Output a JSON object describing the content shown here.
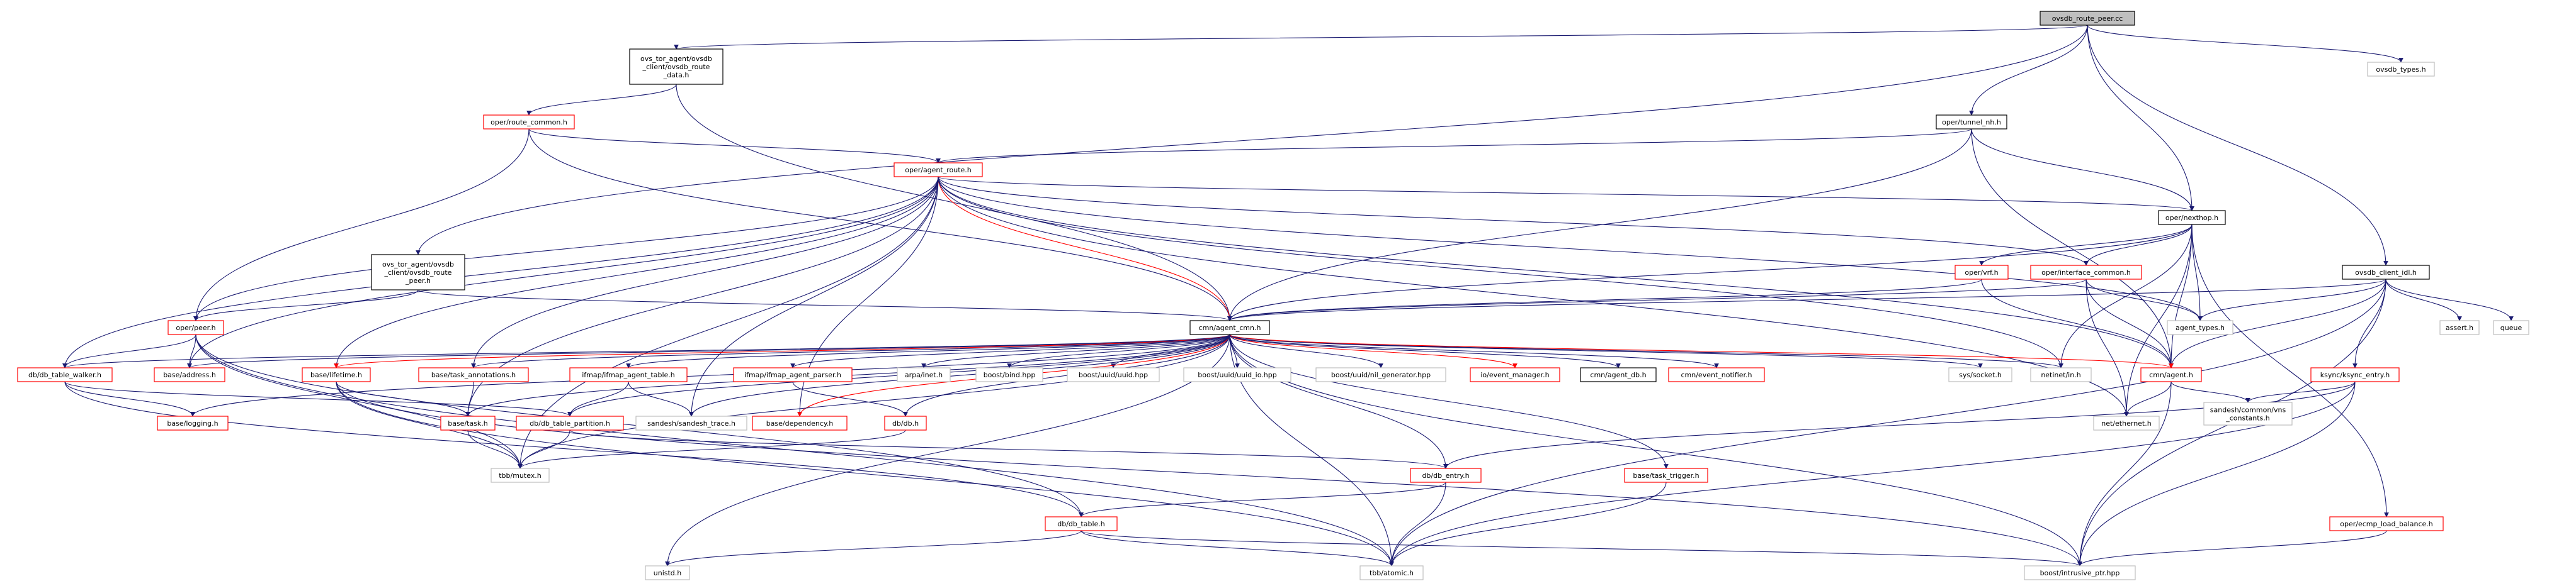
{
  "diagram": {
    "colors": {
      "background": "#ffffff",
      "root_fill": "#bfbfbf",
      "node_fill": "#ffffff",
      "node_border_normal": "#000000",
      "node_border_incomplete": "#ff0000",
      "node_border_system": "#bfbfbf",
      "edge": "#191970",
      "edge_highlight": "#ff0000"
    },
    "nodes": [
      {
        "id": "root",
        "lines": [
          "ovsdb_route_peer.cc"
        ],
        "kind": "root"
      },
      {
        "id": "route_data",
        "lines": [
          "ovs_tor_agent/ovsdb",
          "_client/ovsdb_route",
          "_data.h"
        ],
        "kind": "normal"
      },
      {
        "id": "ovsdb_types",
        "lines": [
          "ovsdb_types.h"
        ],
        "kind": "system"
      },
      {
        "id": "route_common",
        "lines": [
          "oper/route_common.h"
        ],
        "kind": "incomplete"
      },
      {
        "id": "tunnel_nh",
        "lines": [
          "oper/tunnel_nh.h"
        ],
        "kind": "normal"
      },
      {
        "id": "agent_route",
        "lines": [
          "oper/agent_route.h"
        ],
        "kind": "incomplete"
      },
      {
        "id": "nexthop",
        "lines": [
          "oper/nexthop.h"
        ],
        "kind": "normal"
      },
      {
        "id": "route_peer_h",
        "lines": [
          "ovs_tor_agent/ovsdb",
          "_client/ovsdb_route",
          "_peer.h"
        ],
        "kind": "normal"
      },
      {
        "id": "vrf",
        "lines": [
          "oper/vrf.h"
        ],
        "kind": "incomplete"
      },
      {
        "id": "interface_common",
        "lines": [
          "oper/interface_common.h"
        ],
        "kind": "incomplete"
      },
      {
        "id": "client_idl",
        "lines": [
          "ovsdb_client_idl.h"
        ],
        "kind": "normal"
      },
      {
        "id": "peer",
        "lines": [
          "oper/peer.h"
        ],
        "kind": "incomplete"
      },
      {
        "id": "agent_types",
        "lines": [
          "agent_types.h"
        ],
        "kind": "system"
      },
      {
        "id": "assert",
        "lines": [
          "assert.h"
        ],
        "kind": "system"
      },
      {
        "id": "queue",
        "lines": [
          "queue"
        ],
        "kind": "system"
      },
      {
        "id": "cmn",
        "lines": [
          "cmn/agent_cmn.h"
        ],
        "kind": "normal"
      },
      {
        "id": "table_walker",
        "lines": [
          "db/db_table_walker.h"
        ],
        "kind": "incomplete"
      },
      {
        "id": "address",
        "lines": [
          "base/address.h"
        ],
        "kind": "incomplete"
      },
      {
        "id": "lifetime",
        "lines": [
          "base/lifetime.h"
        ],
        "kind": "incomplete"
      },
      {
        "id": "task_ann",
        "lines": [
          "base/task_annotations.h"
        ],
        "kind": "incomplete"
      },
      {
        "id": "ifmap_table",
        "lines": [
          "ifmap/ifmap_agent_table.h"
        ],
        "kind": "incomplete"
      },
      {
        "id": "ifmap_parser",
        "lines": [
          "ifmap/ifmap_agent_parser.h"
        ],
        "kind": "incomplete"
      },
      {
        "id": "arpa",
        "lines": [
          "arpa/inet.h"
        ],
        "kind": "system"
      },
      {
        "id": "bind",
        "lines": [
          "boost/bind.hpp"
        ],
        "kind": "system"
      },
      {
        "id": "uuid",
        "lines": [
          "boost/uuid/uuid.hpp"
        ],
        "kind": "system"
      },
      {
        "id": "uuid_io",
        "lines": [
          "boost/uuid/uuid_io.hpp"
        ],
        "kind": "system"
      },
      {
        "id": "nil_gen",
        "lines": [
          "boost/uuid/nil_generator.hpp"
        ],
        "kind": "system"
      },
      {
        "id": "event_mgr",
        "lines": [
          "io/event_manager.h"
        ],
        "kind": "incomplete"
      },
      {
        "id": "agent_db",
        "lines": [
          "cmn/agent_db.h"
        ],
        "kind": "normal"
      },
      {
        "id": "event_notifier",
        "lines": [
          "cmn/event_notifier.h"
        ],
        "kind": "incomplete"
      },
      {
        "id": "socket",
        "lines": [
          "sys/socket.h"
        ],
        "kind": "system"
      },
      {
        "id": "netinet",
        "lines": [
          "netinet/in.h"
        ],
        "kind": "system"
      },
      {
        "id": "agent_h",
        "lines": [
          "cmn/agent.h"
        ],
        "kind": "incomplete"
      },
      {
        "id": "ksync",
        "lines": [
          "ksync/ksync_entry.h"
        ],
        "kind": "incomplete"
      },
      {
        "id": "logging",
        "lines": [
          "base/logging.h"
        ],
        "kind": "incomplete"
      },
      {
        "id": "task",
        "lines": [
          "base/task.h"
        ],
        "kind": "incomplete"
      },
      {
        "id": "table_partition",
        "lines": [
          "db/db_table_partition.h"
        ],
        "kind": "incomplete"
      },
      {
        "id": "sandesh_trace",
        "lines": [
          "sandesh/sandesh_trace.h"
        ],
        "kind": "system"
      },
      {
        "id": "dependency",
        "lines": [
          "base/dependency.h"
        ],
        "kind": "incomplete"
      },
      {
        "id": "db_h",
        "lines": [
          "db/db.h"
        ],
        "kind": "incomplete"
      },
      {
        "id": "vns_constants",
        "lines": [
          "sandesh/common/vns",
          "_constants.h"
        ],
        "kind": "system"
      },
      {
        "id": "ethernet",
        "lines": [
          "net/ethernet.h"
        ],
        "kind": "system"
      },
      {
        "id": "mutex",
        "lines": [
          "tbb/mutex.h"
        ],
        "kind": "system"
      },
      {
        "id": "db_entry",
        "lines": [
          "db/db_entry.h"
        ],
        "kind": "incomplete"
      },
      {
        "id": "task_trigger",
        "lines": [
          "base/task_trigger.h"
        ],
        "kind": "incomplete"
      },
      {
        "id": "ecmp",
        "lines": [
          "oper/ecmp_load_balance.h"
        ],
        "kind": "incomplete"
      },
      {
        "id": "db_table",
        "lines": [
          "db/db_table.h"
        ],
        "kind": "incomplete"
      },
      {
        "id": "unistd",
        "lines": [
          "unistd.h"
        ],
        "kind": "system"
      },
      {
        "id": "atomic",
        "lines": [
          "tbb/atomic.h"
        ],
        "kind": "system"
      },
      {
        "id": "intrusive",
        "lines": [
          "boost/intrusive_ptr.hpp"
        ],
        "kind": "system"
      }
    ],
    "edges": [
      [
        "root",
        "route_data"
      ],
      [
        "root",
        "ovsdb_types"
      ],
      [
        "root",
        "tunnel_nh"
      ],
      [
        "root",
        "nexthop"
      ],
      [
        "root",
        "route_peer_h"
      ],
      [
        "root",
        "client_idl"
      ],
      [
        "route_data",
        "route_common"
      ],
      [
        "route_data",
        "cmn"
      ],
      [
        "route_common",
        "agent_route"
      ],
      [
        "route_common",
        "peer"
      ],
      [
        "route_common",
        "cmn"
      ],
      [
        "tunnel_nh",
        "agent_route"
      ],
      [
        "tunnel_nh",
        "nexthop"
      ],
      [
        "tunnel_nh",
        "cmn"
      ],
      [
        "tunnel_nh",
        "agent_h"
      ],
      [
        "agent_route",
        "nexthop"
      ],
      [
        "agent_route",
        "interface_common"
      ],
      [
        "agent_route",
        "agent_types"
      ],
      [
        "agent_route",
        "peer"
      ],
      [
        "agent_route",
        "cmn"
      ],
      [
        "agent_route",
        "agent_h"
      ],
      [
        "agent_route",
        "table_walker"
      ],
      [
        "agent_route",
        "address"
      ],
      [
        "agent_route",
        "lifetime"
      ],
      [
        "agent_route",
        "task_ann"
      ],
      [
        "agent_route",
        "task"
      ],
      [
        "agent_route",
        "sandesh_trace"
      ],
      [
        "agent_route",
        "dependency"
      ],
      [
        "agent_route",
        "ethernet"
      ],
      [
        "agent_route",
        "mutex"
      ],
      [
        "agent_route",
        "netinet"
      ],
      [
        "nexthop",
        "vrf"
      ],
      [
        "nexthop",
        "interface_common"
      ],
      [
        "nexthop",
        "agent_types"
      ],
      [
        "nexthop",
        "cmn"
      ],
      [
        "nexthop",
        "agent_h"
      ],
      [
        "nexthop",
        "ethernet"
      ],
      [
        "nexthop",
        "ecmp"
      ],
      [
        "nexthop",
        "netinet"
      ],
      [
        "route_peer_h",
        "peer"
      ],
      [
        "route_peer_h",
        "cmn"
      ],
      [
        "vrf",
        "cmn"
      ],
      [
        "vrf",
        "agent_h"
      ],
      [
        "interface_common",
        "cmn"
      ],
      [
        "interface_common",
        "agent_types"
      ],
      [
        "interface_common",
        "agent_h"
      ],
      [
        "interface_common",
        "ethernet"
      ],
      [
        "client_idl",
        "agent_types"
      ],
      [
        "client_idl",
        "assert"
      ],
      [
        "client_idl",
        "queue"
      ],
      [
        "client_idl",
        "cmn"
      ],
      [
        "client_idl",
        "agent_h"
      ],
      [
        "client_idl",
        "ksync"
      ],
      [
        "client_idl",
        "atomic"
      ],
      [
        "client_idl",
        "intrusive"
      ],
      [
        "peer",
        "table_walker"
      ],
      [
        "peer",
        "address"
      ],
      [
        "peer",
        "mutex"
      ],
      [
        "peer",
        "atomic"
      ],
      [
        "peer",
        "db_table"
      ],
      [
        "cmn",
        "table_walker"
      ],
      [
        "cmn",
        "address"
      ],
      [
        "cmn",
        "lifetime"
      ],
      [
        "cmn",
        "task_ann"
      ],
      [
        "cmn",
        "ifmap_table"
      ],
      [
        "cmn",
        "ifmap_parser"
      ],
      [
        "cmn",
        "arpa"
      ],
      [
        "cmn",
        "bind"
      ],
      [
        "cmn",
        "uuid"
      ],
      [
        "cmn",
        "uuid_io"
      ],
      [
        "cmn",
        "nil_gen"
      ],
      [
        "cmn",
        "event_mgr"
      ],
      [
        "cmn",
        "agent_db"
      ],
      [
        "cmn",
        "event_notifier"
      ],
      [
        "cmn",
        "socket"
      ],
      [
        "cmn",
        "netinet"
      ],
      [
        "cmn",
        "agent_h"
      ],
      [
        "cmn",
        "logging"
      ],
      [
        "cmn",
        "task"
      ],
      [
        "cmn",
        "sandesh_trace"
      ],
      [
        "cmn",
        "dependency"
      ],
      [
        "cmn",
        "db_h"
      ],
      [
        "cmn",
        "db_entry"
      ],
      [
        "cmn",
        "task_trigger"
      ],
      [
        "cmn",
        "unistd"
      ],
      [
        "cmn",
        "atomic"
      ],
      [
        "cmn",
        "intrusive"
      ],
      [
        "cmn",
        "mutex"
      ],
      [
        "cmn",
        "table_partition"
      ],
      [
        "table_walker",
        "logging"
      ],
      [
        "table_walker",
        "table_partition"
      ],
      [
        "table_walker",
        "db_table"
      ],
      [
        "lifetime",
        "task"
      ],
      [
        "lifetime",
        "atomic"
      ],
      [
        "lifetime",
        "mutex"
      ],
      [
        "lifetime",
        "intrusive"
      ],
      [
        "task_ann",
        "task"
      ],
      [
        "ifmap_table",
        "sandesh_trace"
      ],
      [
        "ifmap_table",
        "table_partition"
      ],
      [
        "ifmap_parser",
        "db_h"
      ],
      [
        "agent_h",
        "ethernet"
      ],
      [
        "agent_h",
        "vns_constants"
      ],
      [
        "agent_h",
        "intrusive"
      ],
      [
        "ksync",
        "vns_constants"
      ],
      [
        "ksync",
        "db_entry"
      ],
      [
        "ksync",
        "atomic"
      ],
      [
        "ksync",
        "intrusive"
      ],
      [
        "task",
        "mutex"
      ],
      [
        "table_partition",
        "mutex"
      ],
      [
        "table_partition",
        "db_entry"
      ],
      [
        "db_h",
        "mutex"
      ],
      [
        "db_entry",
        "db_table"
      ],
      [
        "db_entry",
        "atomic"
      ],
      [
        "task_trigger",
        "atomic"
      ],
      [
        "ecmp",
        "intrusive"
      ],
      [
        "db_table",
        "unistd"
      ],
      [
        "db_table",
        "atomic"
      ],
      [
        "db_table",
        "intrusive"
      ]
    ],
    "highlight_edges": [
      [
        "agent_route",
        "cmn"
      ],
      [
        "cmn",
        "agent_h"
      ],
      [
        "cmn",
        "lifetime"
      ],
      [
        "cmn",
        "event_mgr"
      ],
      [
        "cmn",
        "dependency"
      ]
    ]
  }
}
